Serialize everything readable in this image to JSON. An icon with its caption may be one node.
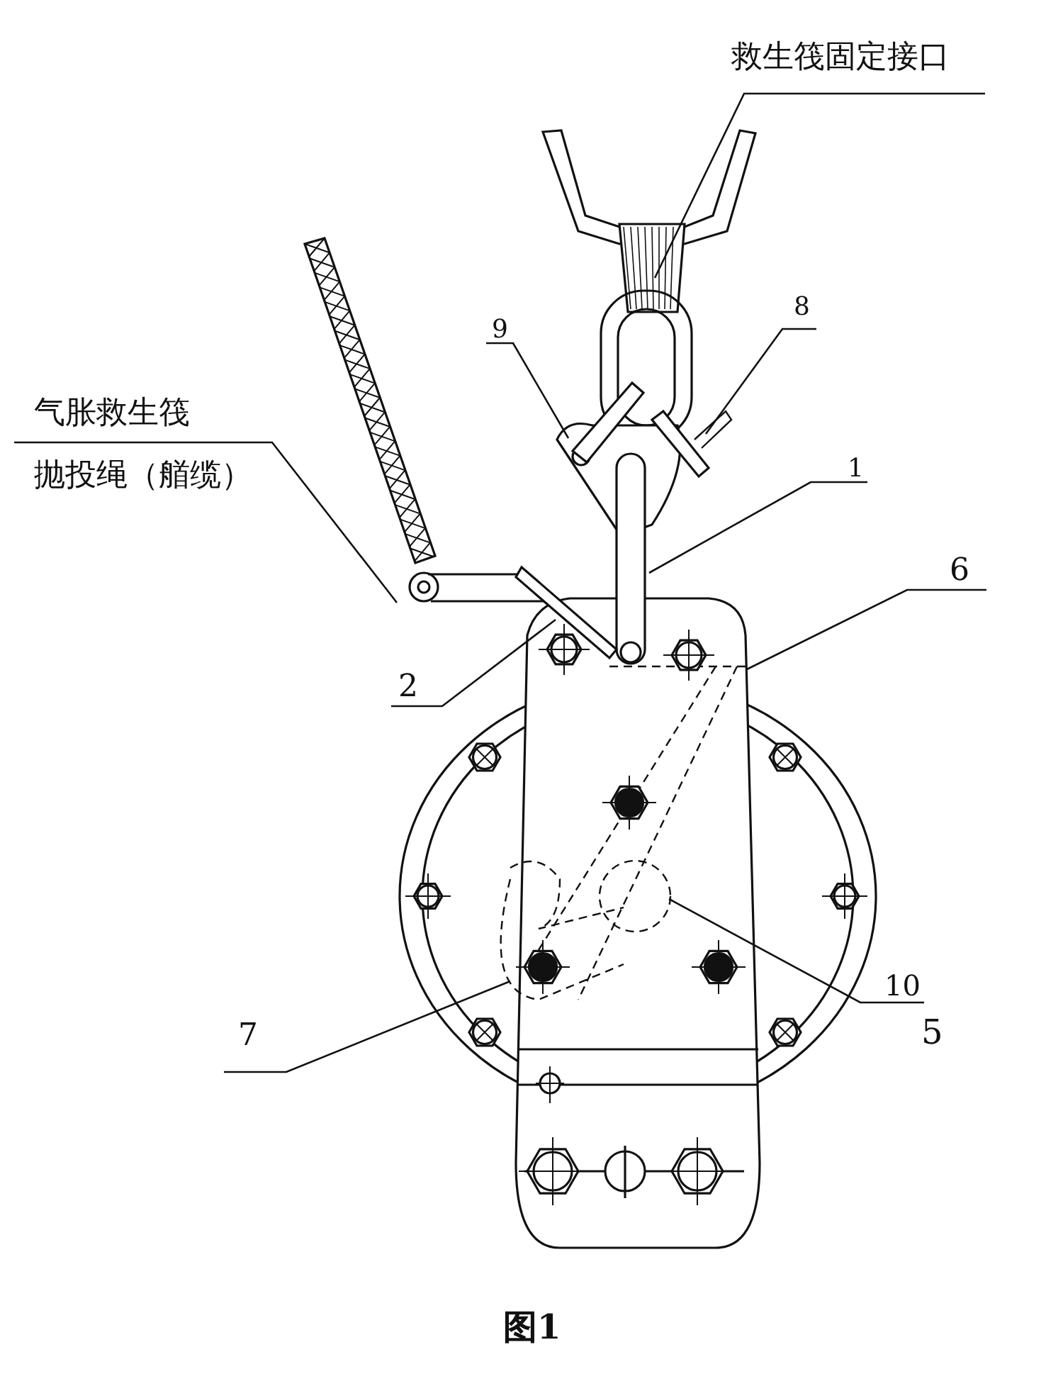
{
  "diagram": {
    "caption": "图1",
    "nodes": [
      {
        "text": [
          "救生筏固定接口"
        ]
      },
      {
        "text": [
          "9"
        ]
      },
      {
        "text": [
          "8"
        ]
      },
      {
        "text": [
          "气胀救生筏",
          "抛投绳（艏缆）"
        ]
      },
      {
        "text": [
          "1"
        ]
      },
      {
        "text": [
          "6"
        ]
      },
      {
        "text": [
          "2"
        ]
      },
      {
        "text": [
          "7"
        ]
      },
      {
        "text": [
          "10"
        ]
      }
    ],
    "labels": [
      "5"
    ],
    "edges": [
      {
        "from": 0,
        "to": null,
        "arrow": "none"
      },
      {
        "from": 1,
        "to": null,
        "arrow": "none"
      },
      {
        "from": 2,
        "to": null,
        "arrow": "none"
      },
      {
        "from": 3,
        "to": null,
        "arrow": "none"
      },
      {
        "from": 4,
        "to": null,
        "arrow": "none"
      },
      {
        "from": 5,
        "to": null,
        "arrow": "none"
      },
      {
        "from": 6,
        "to": null,
        "arrow": "none"
      },
      {
        "from": 7,
        "to": null,
        "arrow": "none"
      },
      {
        "from": 8,
        "to": null,
        "arrow": "none"
      }
    ]
  }
}
